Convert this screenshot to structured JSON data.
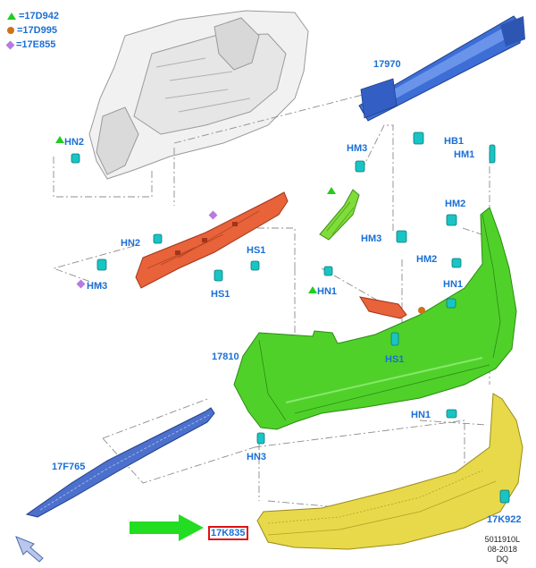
{
  "legend": [
    {
      "symbol": "triangle-icon",
      "color": "#22cc22",
      "text": "=17D942"
    },
    {
      "symbol": "circle-icon",
      "color": "#d0701a",
      "text": "=17D995"
    },
    {
      "symbol": "diamond-icon",
      "color": "#b77be0",
      "text": "=17E855"
    }
  ],
  "labels": {
    "l17970": "17970",
    "hb1": "HB1",
    "hm1": "HM1",
    "hn2_top": "HN2",
    "hm3_mid": "HM3",
    "hm2": "HM2",
    "hn2_mid": "HN2",
    "hs1_a": "HS1",
    "hm3_b": "HM3",
    "hm2_b": "HM2",
    "hm3_left": "HM3",
    "hs1_b": "HS1",
    "hn1_a": "HN1",
    "hn1_b": "HN1",
    "hs1_c": "HS1",
    "l17810": "17810",
    "hn1_c": "HN1",
    "hn3": "HN3",
    "l17f765": "17F765",
    "l17k835": "17K835",
    "l17k922": "17K922"
  },
  "footer": {
    "code": "5011910L",
    "date": "08-2018",
    "initials": "DQ"
  },
  "colors": {
    "label_blue": "#1a6fd6",
    "bumper_green": "#4fd12a",
    "reinforcement_blue": "#3d6ed6",
    "absorber_orange": "#e8623a",
    "lower_yellow": "#e8d94a",
    "clip_cyan": "#19c4c4",
    "pointer_green": "#22dd22",
    "highlight_red": "#e01010"
  }
}
